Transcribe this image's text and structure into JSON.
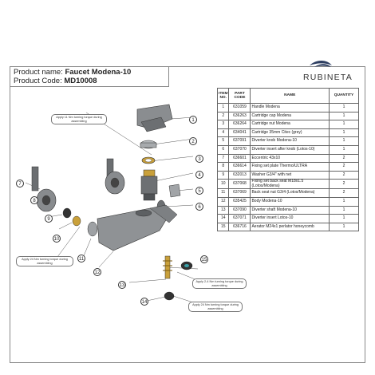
{
  "header": {
    "product_name_label": "Product name:",
    "product_name": "Faucet Modena-10",
    "product_code_label": "Product Code:",
    "product_code": "MD10008"
  },
  "brand": {
    "name": "RUBINETA"
  },
  "table": {
    "headers": {
      "item_no": "ITEM NO.",
      "part_code": "PART CODE",
      "name": "NAME",
      "quantity": "QUANTITY"
    },
    "rows": [
      {
        "no": "1",
        "code": "631059",
        "name": "Handle Modena",
        "qty": "1"
      },
      {
        "no": "2",
        "code": "636263",
        "name": "Cartridge cap Modena",
        "qty": "1"
      },
      {
        "no": "3",
        "code": "636264",
        "name": "Cartridge nut Modena",
        "qty": "1"
      },
      {
        "no": "4",
        "code": "634041",
        "name": "Cartridge 35mm Citec (grey)",
        "qty": "1"
      },
      {
        "no": "5",
        "code": "637091",
        "name": "Diverter knob Modena-10",
        "qty": "1"
      },
      {
        "no": "6",
        "code": "637070",
        "name": "Diverter insert after knob (Lotos-10)",
        "qty": "1"
      },
      {
        "no": "7",
        "code": "636601",
        "name": "Eccentric 43x10",
        "qty": "2"
      },
      {
        "no": "8",
        "code": "636614",
        "name": "Fixing set plate Thermo/ULTRA",
        "qty": "2"
      },
      {
        "no": "9",
        "code": "632013",
        "name": "Washer G3/4\" with net",
        "qty": "2"
      },
      {
        "no": "10",
        "code": "637068",
        "name": "Fixing set back seat M18x1.5 (Lotos/Modena)",
        "qty": "2"
      },
      {
        "no": "11",
        "code": "637069",
        "name": "Back seat nut G3/4 (Lotos/Modena)",
        "qty": "2"
      },
      {
        "no": "12",
        "code": "635425",
        "name": "Body Modena-10",
        "qty": "1"
      },
      {
        "no": "13",
        "code": "637090",
        "name": "Diverter shaft Modena-10",
        "qty": "1"
      },
      {
        "no": "14",
        "code": "637071",
        "name": "Diverter insert Lotos-10",
        "qty": "1"
      },
      {
        "no": "15",
        "code": "636716",
        "name": "Aerator M24x1 perlator honeycomb",
        "qty": "1"
      }
    ]
  },
  "notes": {
    "note_a": "Apply 11 Nm turning torque during assembling",
    "note_b": "Apply 24 Nm turning torque during assembling",
    "note_c": "Apply 2-4 Nm turning torque during assembling",
    "note_d": "Apply 24 Nm turning torque during assembling"
  },
  "callouts": [
    "1",
    "2",
    "3",
    "4",
    "5",
    "6",
    "7",
    "8",
    "9",
    "10",
    "11",
    "12",
    "13",
    "14",
    "15"
  ]
}
